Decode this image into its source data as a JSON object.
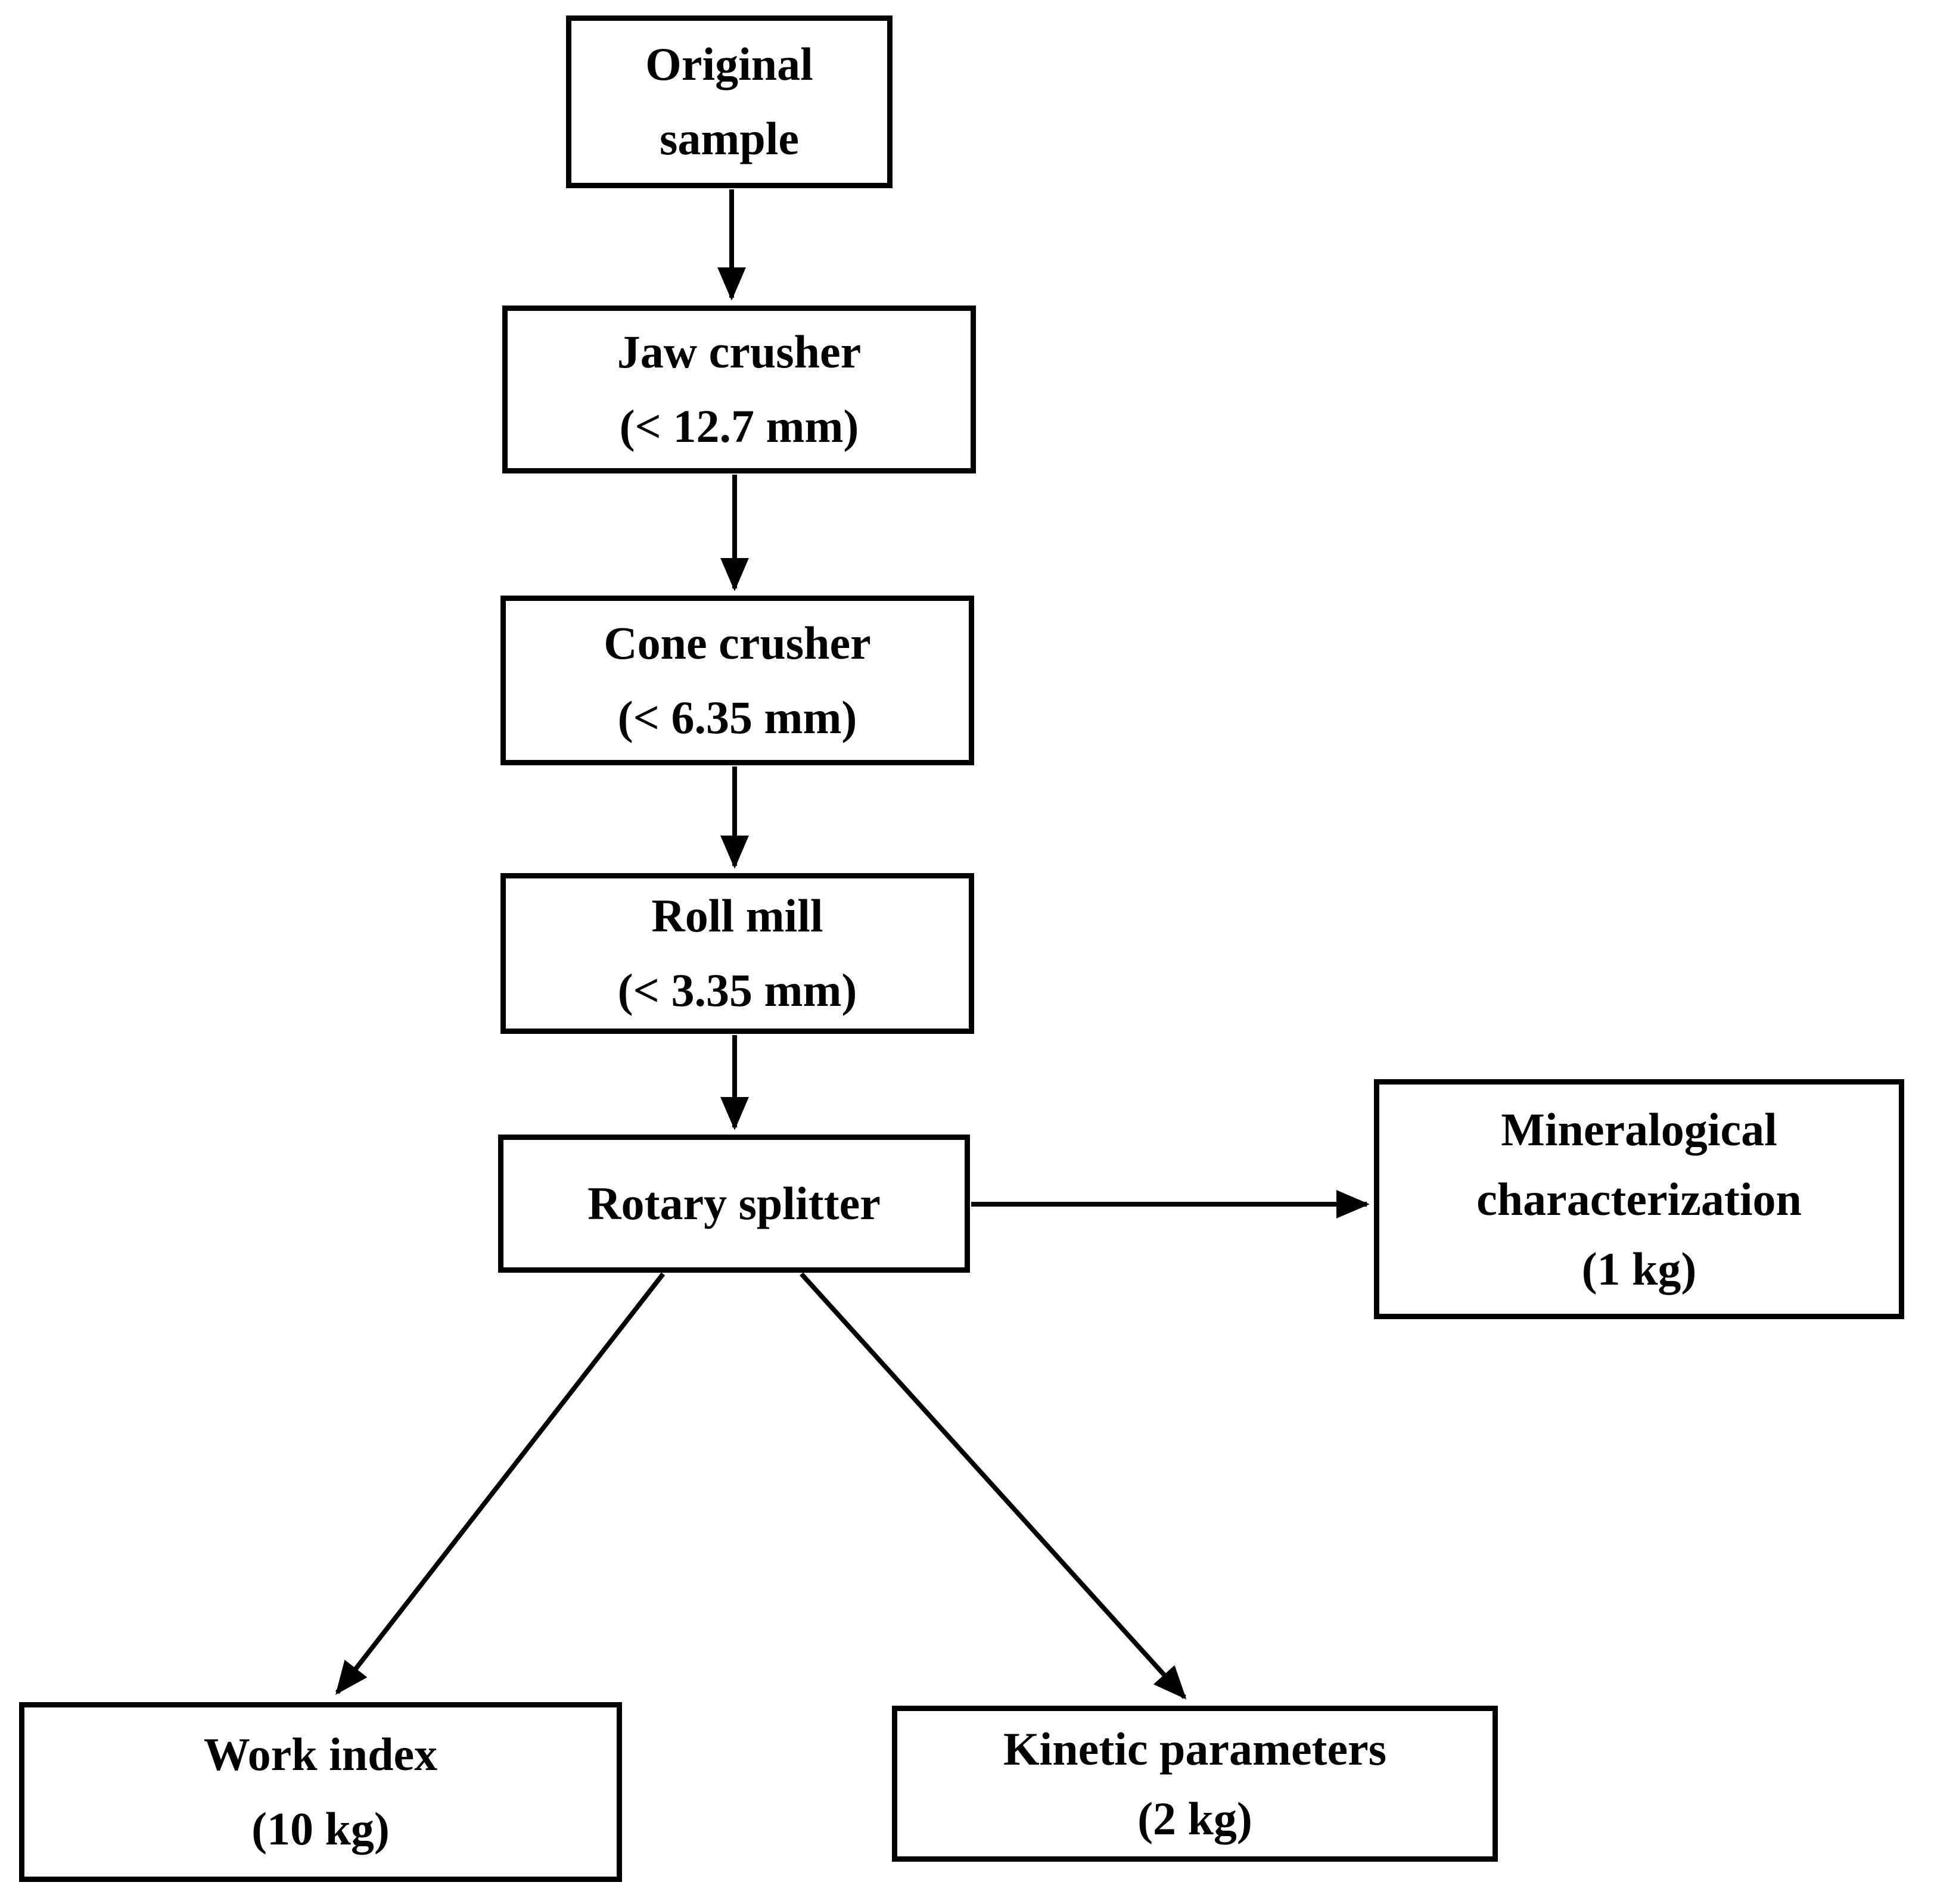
{
  "diagram": {
    "colors": {
      "background": "#ffffff",
      "box_border": "#000000",
      "text": "#000000",
      "arrow": "#000000"
    },
    "nodes": [
      {
        "id": "original-sample",
        "lines": [
          "Original",
          "sample"
        ]
      },
      {
        "id": "jaw-crusher",
        "lines": [
          "Jaw crusher",
          "(< 12.7 mm)"
        ]
      },
      {
        "id": "cone-crusher",
        "lines": [
          "Cone crusher",
          "(< 6.35 mm)"
        ]
      },
      {
        "id": "roll-mill",
        "lines": [
          "Roll mill",
          "(< 3.35 mm)"
        ]
      },
      {
        "id": "rotary-splitter",
        "lines": [
          "Rotary splitter"
        ]
      },
      {
        "id": "mineralogical-characterization",
        "lines": [
          "Mineralogical",
          "characterization",
          "(1 kg)"
        ]
      },
      {
        "id": "work-index",
        "lines": [
          "Work index",
          "(10 kg)"
        ]
      },
      {
        "id": "kinetic-parameters",
        "lines": [
          "Kinetic parameters",
          "(2 kg)"
        ]
      }
    ],
    "edges": [
      {
        "from": "original-sample",
        "to": "jaw-crusher",
        "direction": "down"
      },
      {
        "from": "jaw-crusher",
        "to": "cone-crusher",
        "direction": "down"
      },
      {
        "from": "cone-crusher",
        "to": "roll-mill",
        "direction": "down"
      },
      {
        "from": "roll-mill",
        "to": "rotary-splitter",
        "direction": "down"
      },
      {
        "from": "rotary-splitter",
        "to": "mineralogical-characterization",
        "direction": "right"
      },
      {
        "from": "rotary-splitter",
        "to": "work-index",
        "direction": "down-left"
      },
      {
        "from": "rotary-splitter",
        "to": "kinetic-parameters",
        "direction": "down-right"
      }
    ]
  }
}
